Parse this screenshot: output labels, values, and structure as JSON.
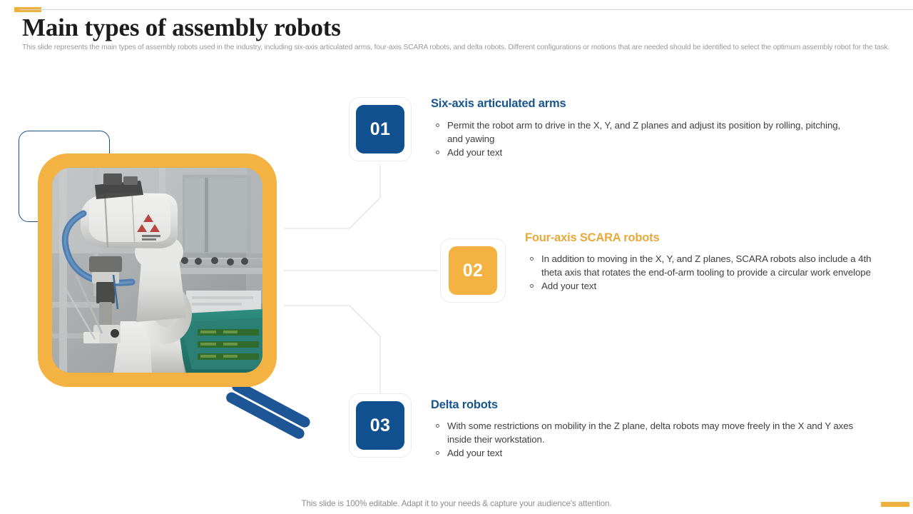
{
  "slide": {
    "title": "Main types of assembly robots",
    "subtitle": "This slide represents the main types of assembly robots used in the industry, including six-axis articulated arms, four-axis SCARA robots, and delta robots. Different configurations or motions that are needed should be identified to select the optimum assembly robot for the task.",
    "footer": "This slide is 100% editable. Adapt it to your needs & capture your audience's attention."
  },
  "colors": {
    "brand_blue": "#11508F",
    "brand_orange": "#F3B241",
    "heading_blue": "#17558F",
    "heading_orange": "#E9A93A",
    "body_text": "#3F3F3F",
    "muted_text": "#9A9A9A"
  },
  "media": {
    "photo_caption": "industrial six-axis articulated assembly robot arm placing circuit boards into a green tray on a factory line"
  },
  "blocks": [
    {
      "number": "01",
      "heading": "Six-axis articulated arms",
      "accent": "blue",
      "bullets": [
        "Permit the robot arm to drive in the X, Y, and Z planes and adjust its position by rolling, pitching, and yawing",
        "Add your text"
      ]
    },
    {
      "number": "02",
      "heading": "Four-axis SCARA robots",
      "accent": "orange",
      "bullets": [
        "In addition to moving in the X, Y, and Z planes, SCARA robots also include a 4th theta axis that rotates the end-of-arm tooling to provide a circular work envelope",
        "Add your text"
      ]
    },
    {
      "number": "03",
      "heading": "Delta robots",
      "accent": "blue",
      "bullets": [
        "With some restrictions on mobility in the Z plane, delta robots may move freely in the X and Y axes inside their workstation.",
        "Add your text"
      ]
    }
  ]
}
